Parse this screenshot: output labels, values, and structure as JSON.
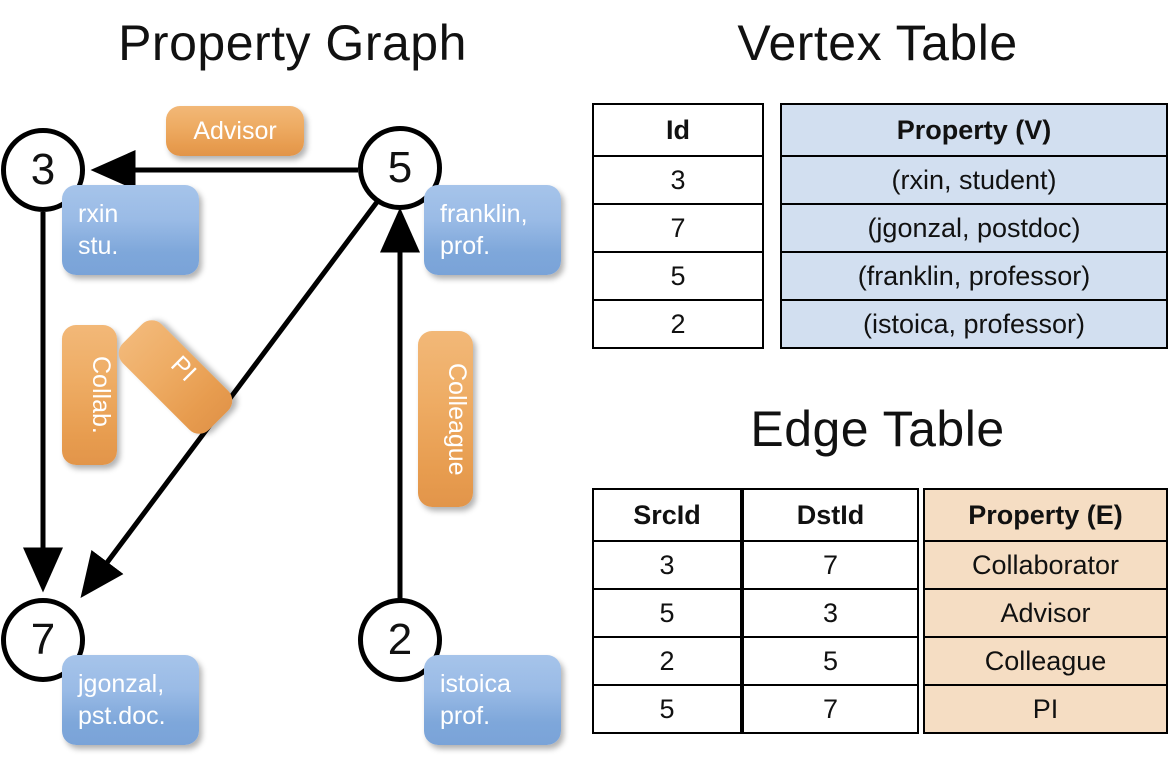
{
  "titles": {
    "property_graph": "Property Graph",
    "vertex_table": "Vertex Table",
    "edge_table": "Edge Table"
  },
  "colors": {
    "node_stroke": "#000000",
    "vertex_box_fill": "#9abbe6",
    "edge_box_fill": "#eeac64",
    "vertex_table_fill": "#d2dff0",
    "edge_table_fill": "#f5ddc3",
    "background": "#ffffff"
  },
  "graph": {
    "nodes": [
      {
        "id": "3",
        "label_line1": "rxin",
        "label_line2": "stu."
      },
      {
        "id": "5",
        "label_line1": "franklin,",
        "label_line2": "prof."
      },
      {
        "id": "7",
        "label_line1": "jgonzal,",
        "label_line2": "pst.doc."
      },
      {
        "id": "2",
        "label_line1": "istoica",
        "label_line2": "prof."
      }
    ],
    "edge_labels": [
      {
        "name": "advisor",
        "text": "Advisor"
      },
      {
        "name": "collab",
        "text": "Collab."
      },
      {
        "name": "pi",
        "text": "PI"
      },
      {
        "name": "colleague",
        "text": "Colleague"
      }
    ],
    "edges": [
      {
        "from": "5",
        "to": "3",
        "label": "Advisor"
      },
      {
        "from": "3",
        "to": "7",
        "label": "Collab."
      },
      {
        "from": "5",
        "to": "7",
        "label": "PI"
      },
      {
        "from": "2",
        "to": "5",
        "label": "Colleague"
      }
    ]
  },
  "chart_data": {
    "type": "table",
    "title": "Property Graph represented as Vertex Table and Edge Table",
    "vertex_table": {
      "columns": [
        "Id",
        "Property (V)"
      ],
      "rows": [
        [
          "3",
          "(rxin, student)"
        ],
        [
          "7",
          "(jgonzal, postdoc)"
        ],
        [
          "5",
          "(franklin, professor)"
        ],
        [
          "2",
          "(istoica, professor)"
        ]
      ]
    },
    "edge_table": {
      "columns": [
        "SrcId",
        "DstId",
        "Property (E)"
      ],
      "rows": [
        [
          "3",
          "7",
          "Collaborator"
        ],
        [
          "5",
          "3",
          "Advisor"
        ],
        [
          "2",
          "5",
          "Colleague"
        ],
        [
          "5",
          "7",
          "PI"
        ]
      ]
    }
  },
  "vertex_table": {
    "header_id": "Id",
    "header_property": "Property (V)",
    "rows": [
      {
        "id": "3",
        "property": "(rxin, student)"
      },
      {
        "id": "7",
        "property": "(jgonzal, postdoc)"
      },
      {
        "id": "5",
        "property": "(franklin, professor)"
      },
      {
        "id": "2",
        "property": "(istoica, professor)"
      }
    ]
  },
  "edge_table": {
    "header_src": "SrcId",
    "header_dst": "DstId",
    "header_property": "Property (E)",
    "rows": [
      {
        "src": "3",
        "dst": "7",
        "property": "Collaborator"
      },
      {
        "src": "5",
        "dst": "3",
        "property": "Advisor"
      },
      {
        "src": "2",
        "dst": "5",
        "property": "Colleague"
      },
      {
        "src": "5",
        "dst": "7",
        "property": "PI"
      }
    ]
  }
}
